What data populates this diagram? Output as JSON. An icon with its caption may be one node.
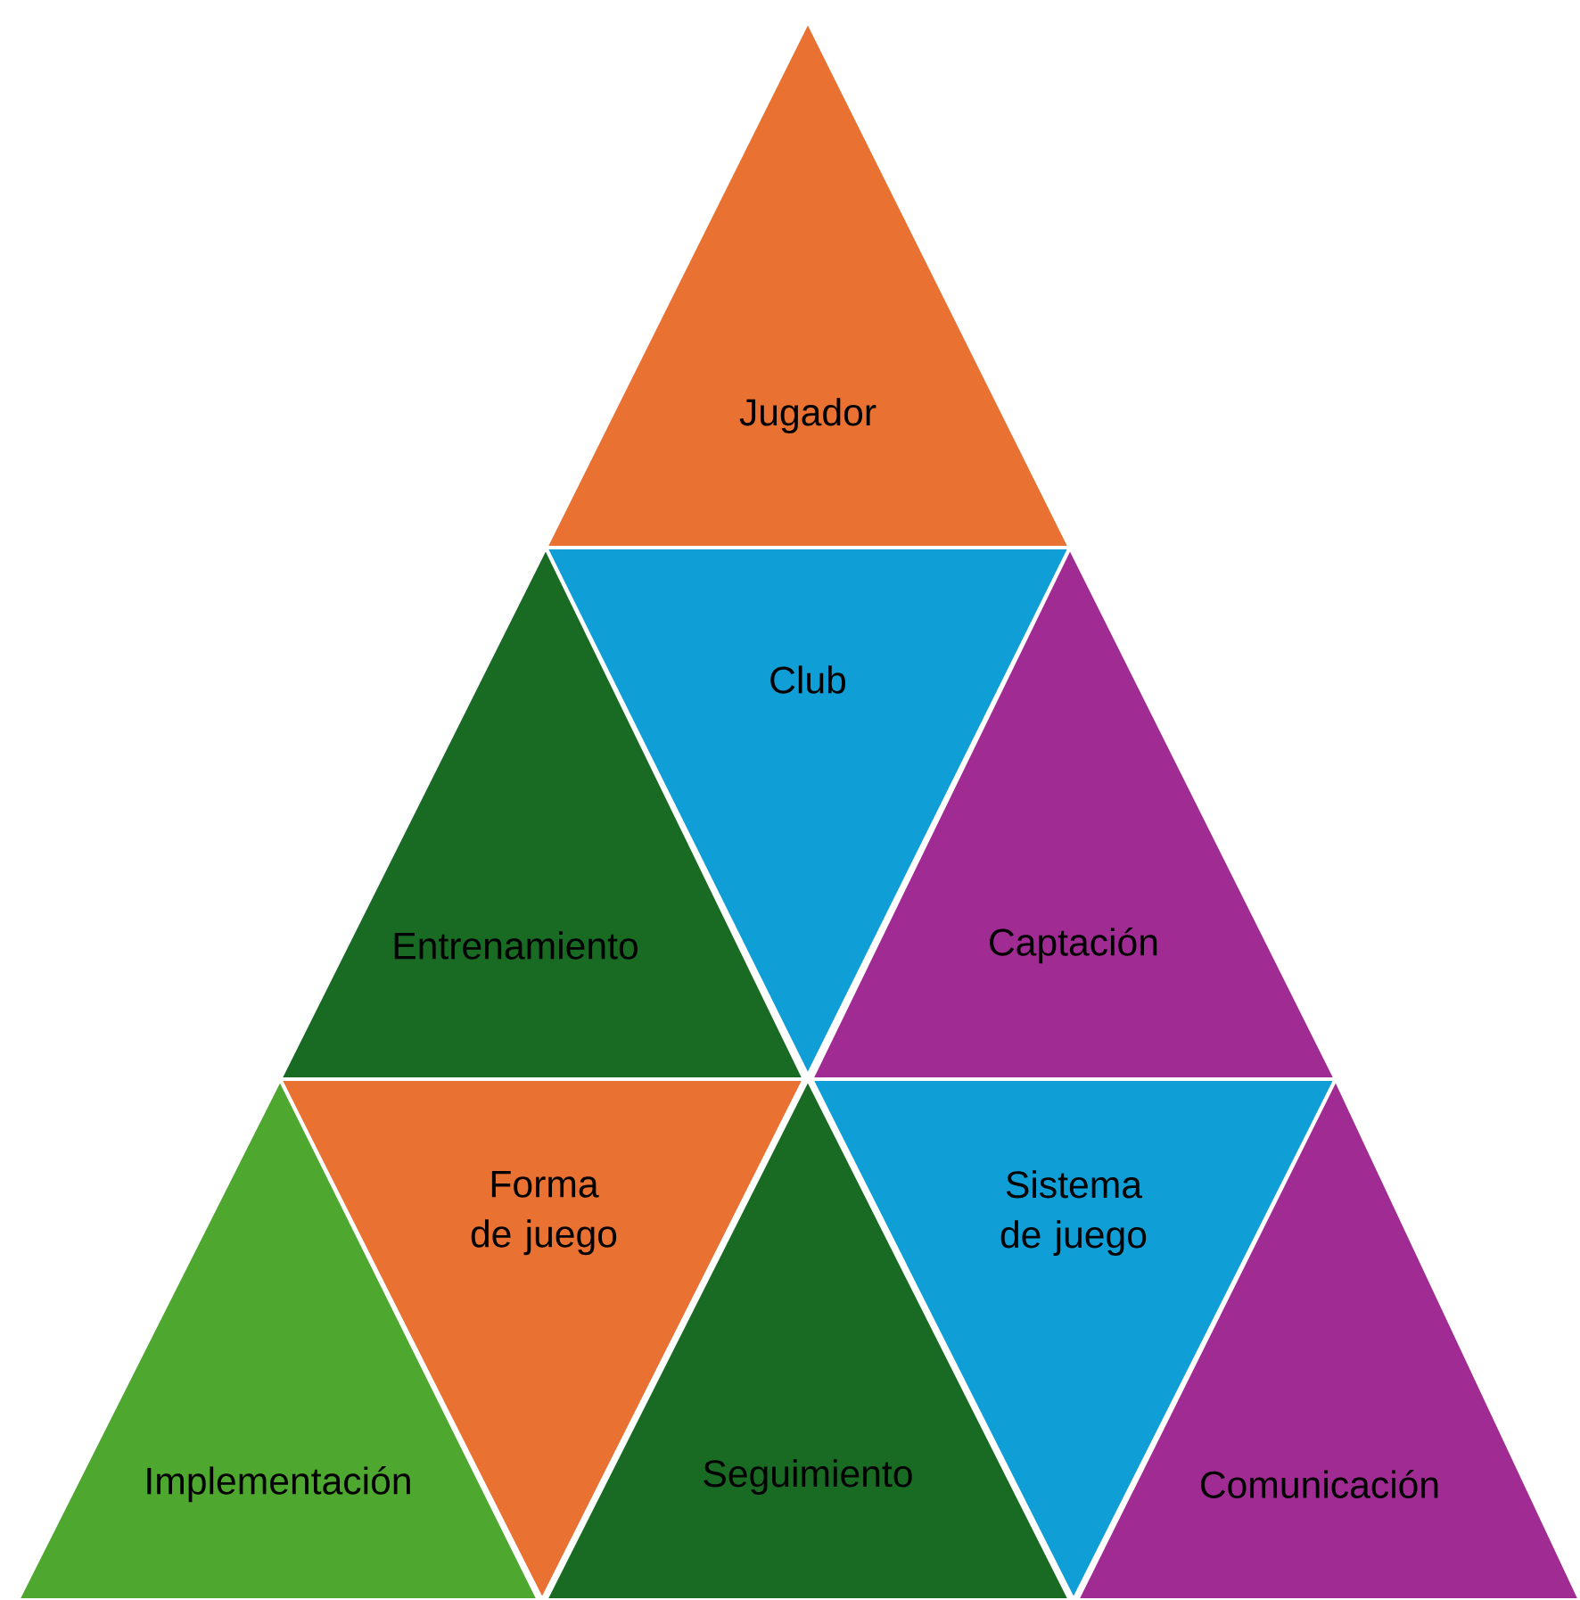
{
  "diagram": {
    "nodes": [
      {
        "text": [
          "Jugador"
        ]
      },
      {
        "text": [
          "Club"
        ]
      },
      {
        "text": [
          "Entrenamiento"
        ]
      },
      {
        "text": [
          "Captación"
        ]
      },
      {
        "text": [
          "Forma de juego"
        ]
      },
      {
        "text": [
          "Implementación"
        ]
      },
      {
        "text": [
          "Seguimiento"
        ]
      },
      {
        "text": [
          "Sistema de juego"
        ]
      },
      {
        "text": [
          "Comunicación"
        ]
      }
    ]
  }
}
